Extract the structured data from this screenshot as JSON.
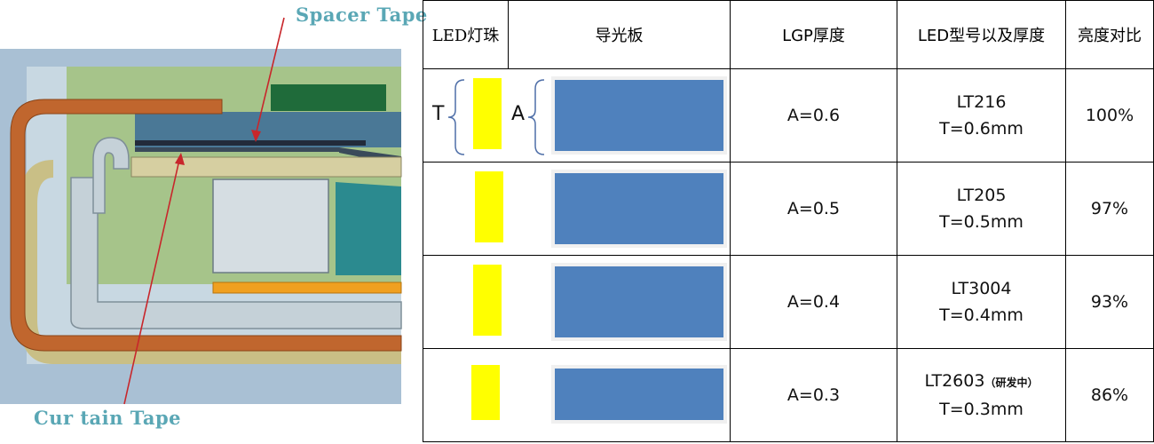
{
  "diagram": {
    "spacer_label": "Spacer Tape",
    "curtain_label": "Cur tain Tape",
    "colors": {
      "copper_frame": "#c0662e",
      "lgp_stack": "#4a7896",
      "green_panel": "#a6c48a",
      "pcb": "#1f6b3a",
      "led_block": "#2b8a8f",
      "reflector": "#f0a020",
      "arrows": "#c8262b"
    }
  },
  "table": {
    "headers": [
      "LED灯珠",
      "导光板",
      "LGP厚度",
      "LED型号以及厚度",
      "亮度对比"
    ],
    "dim_labels": {
      "led": "T",
      "lgp": "A"
    },
    "rows": [
      {
        "thickness": "A=0.6",
        "model": "LT216",
        "model_note": "",
        "model_thickness": "T=0.6mm",
        "brightness": "100%"
      },
      {
        "thickness": "A=0.5",
        "model": "LT205",
        "model_note": "",
        "model_thickness": "T=0.5mm",
        "brightness": "97%"
      },
      {
        "thickness": "A=0.4",
        "model": "LT3004",
        "model_note": "",
        "model_thickness": "T=0.4mm",
        "brightness": "93%"
      },
      {
        "thickness": "A=0.3",
        "model": "LT2603",
        "model_note": "（研发中）",
        "model_thickness": "T=0.3mm",
        "brightness": "86%"
      }
    ],
    "colors": {
      "led": "#ffff00",
      "lgp": "#4f81bd"
    }
  }
}
